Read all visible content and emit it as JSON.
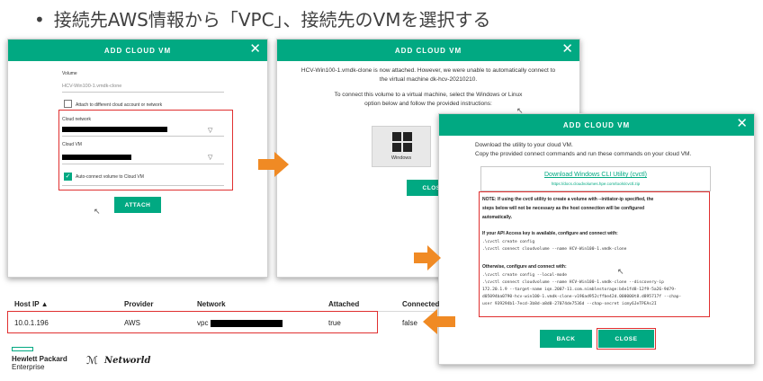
{
  "headline": "接続先AWS情報から「VPC」、接続先のVMを選択する",
  "dialog1": {
    "title": "ADD CLOUD VM",
    "volume_label": "Volume",
    "volume_value": "HCV-Win100-1.vmdk-clone",
    "attach_diff_label": "Attach to different cloud account or network",
    "cloud_network_label": "Cloud network",
    "cloud_vm_label": "Cloud VM",
    "auto_connect_label": "Auto-connect volume to Cloud VM",
    "attach_button": "ATTACH"
  },
  "dialog2": {
    "title": "ADD CLOUD VM",
    "line1": "HCV-Win100-1.vmdk-clone is now attached. However, we were unable to automatically connect to",
    "line2": "the virtual machine dk-hcv-20210210.",
    "line3": "To connect this volume to a virtual machine, select the Windows or Linux",
    "line4": "option below and follow the provided instructions:",
    "windows_label": "Windows",
    "close_button": "CLOSE"
  },
  "dialog3": {
    "title": "ADD CLOUD VM",
    "line1": "Download the utility to your cloud VM.",
    "line2": "Copy the provided connect commands and run these commands on your cloud VM.",
    "download_link": "Download Windows CLI Utility (cvctl)",
    "download_url": "https://docs.cloudvolumes.hpe.com/tools/cvctl.zip",
    "note1": "NOTE: If using the cvctl utility to create a volume with --initiator-ip specified, the",
    "note2": "steps below will not be necessary as the host connection will be configured",
    "note3": "automatically.",
    "api_heading": "If your API Access key is available, configure and connect with:",
    "api_cmd1": ".\\cvctl create config",
    "api_cmd2": ".\\cvctl connect cloudvolume --name HCV-Win100-1.vmdk-clone",
    "other_heading": "Otherwise, configure and connect with:",
    "other_cmd1": ".\\cvctl create config --local-mode",
    "other_cmd2": ".\\cvctl connect cloudvolume --name HCV-Win100-1.vmdk-clone --discovery-ip",
    "other_cmd3": "172.20.1.9 --target-name iqn.2007-11.com.nimblestorage:b4e1fd8-12f9-5a26-9d79-",
    "other_cmd4": "d05094ba0790-hcv-win100-1.vmdk-clone-v196ad952cffbe42d.000000t8.d895717f --chap-",
    "other_cmd5": "user 939294b1-7ecd-3b8d-a8d0-27074de7536d --chap-secret icmy6JeTPEAs2I",
    "back_button": "BACK",
    "close_button": "CLOSE"
  },
  "table": {
    "headers": [
      "Host IP ▲",
      "Provider",
      "Network",
      "Attached",
      "Connected"
    ],
    "row": [
      "10.0.1.196",
      "AWS",
      "vpc",
      "true",
      "false"
    ]
  },
  "logos": {
    "hpe_line1": "Hewlett Packard",
    "hpe_line2": "Enterprise",
    "networld": "Networld"
  },
  "colors": {
    "accent": "#01a982",
    "highlight": "#e03030",
    "arrow": "#f08a24"
  }
}
